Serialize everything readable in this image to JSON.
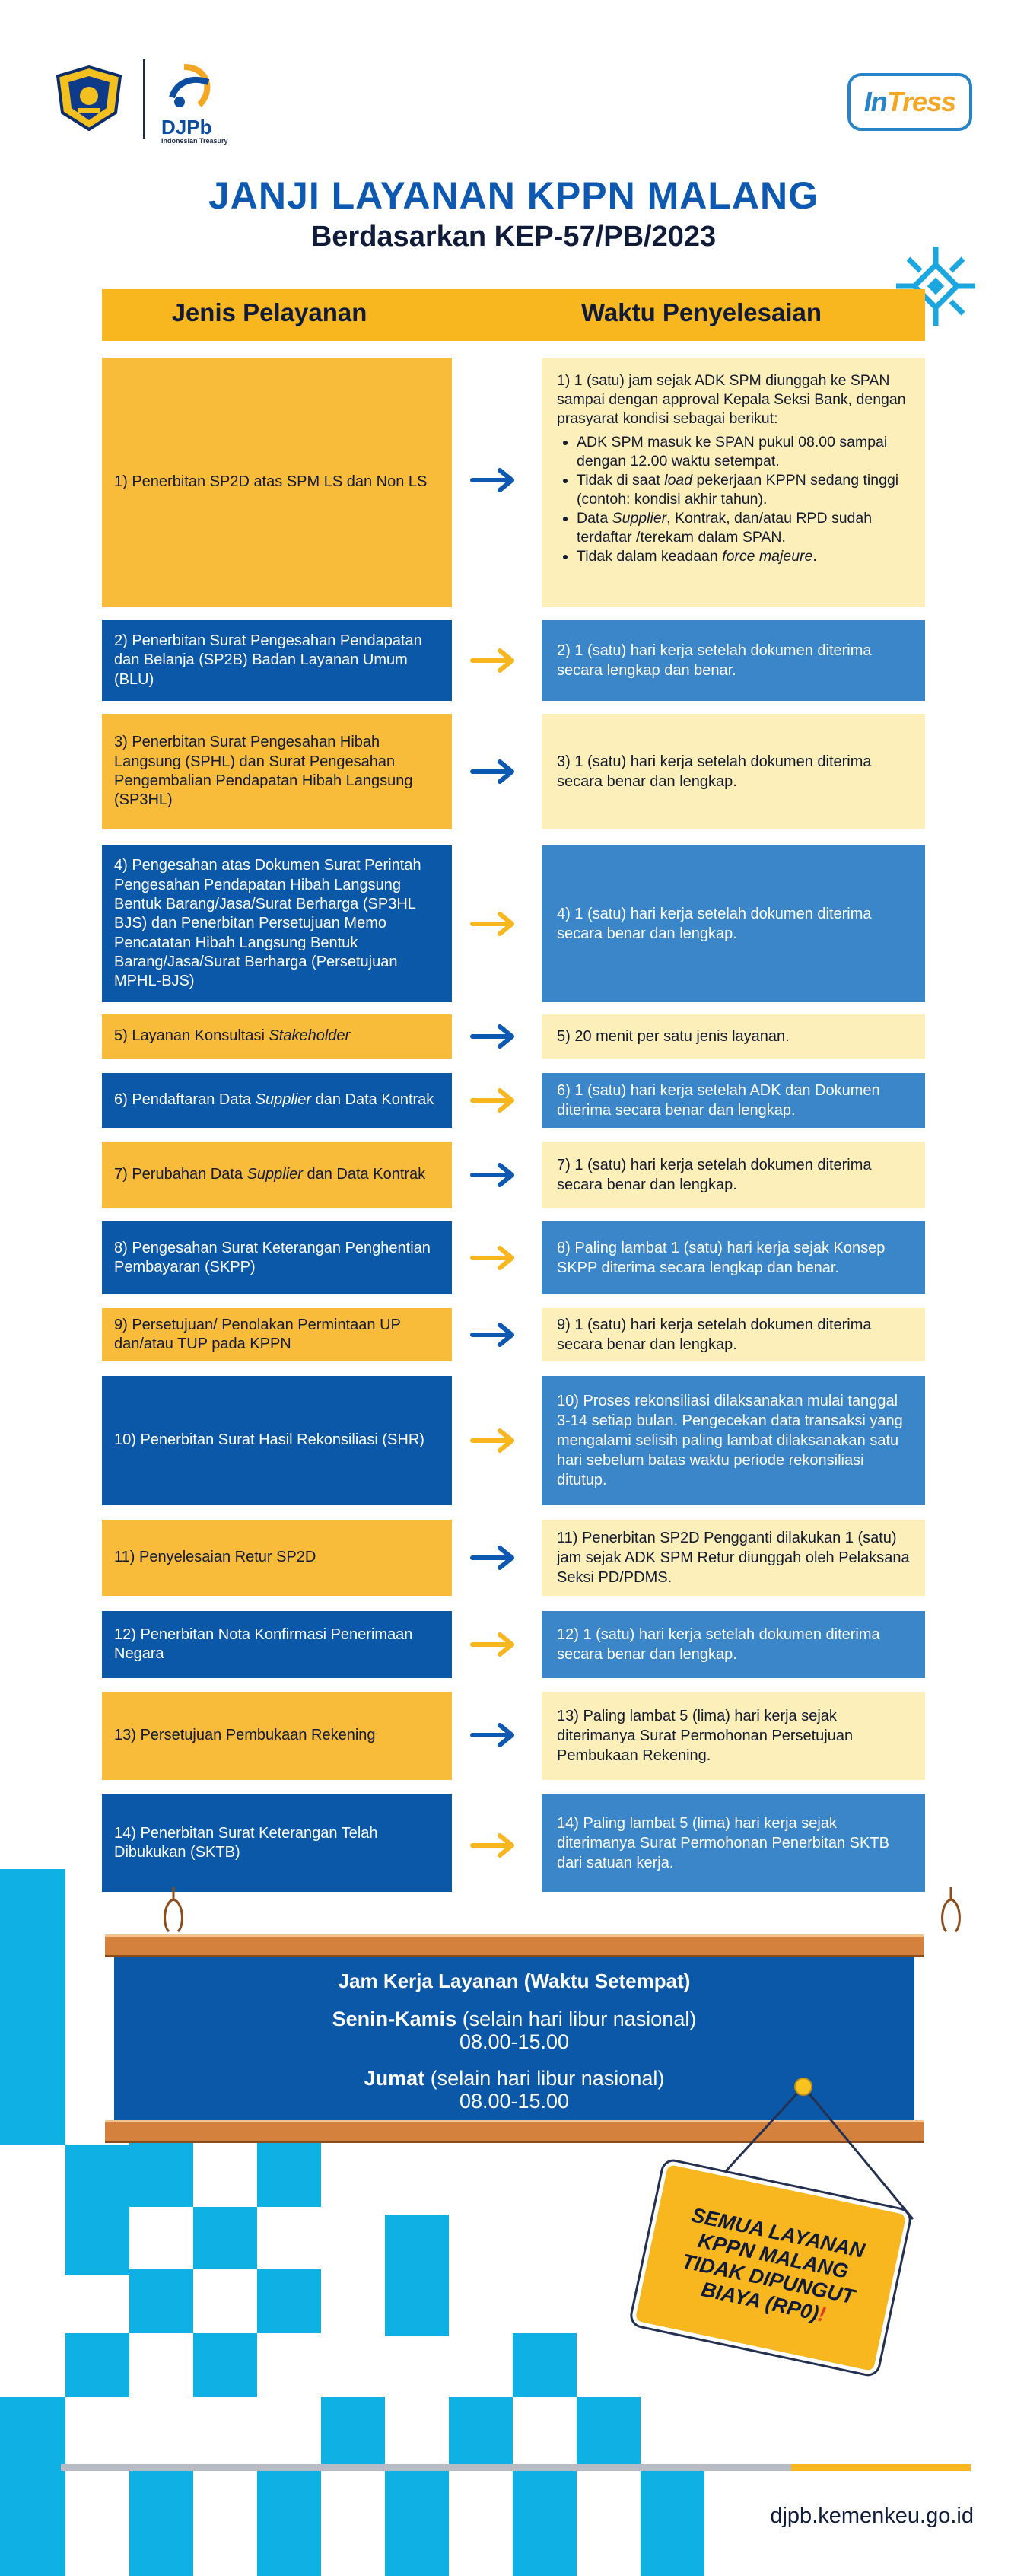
{
  "header": {
    "djpb_name": "DJPb",
    "djpb_sub": "Indonesian Treasury",
    "intress_a": "In",
    "intress_b": "Tress"
  },
  "title": "JANJI LAYANAN KPPN MALANG",
  "subtitle": "Berdasarkan KEP-57/PB/2023",
  "table_header": {
    "left": "Jenis Pelayanan",
    "right": "Waktu Penyelesaian"
  },
  "rows": [
    {
      "service": "1) Penerbitan SP2D atas SPM LS dan Non LS"
    },
    {
      "service": "2) Penerbitan Surat Pengesahan Pendapatan dan Belanja (SP2B) Badan Layanan Umum (BLU)",
      "time": "2) 1 (satu) hari kerja setelah dokumen diterima secara lengkap dan benar."
    },
    {
      "service": "3) Penerbitan Surat Pengesahan Hibah Langsung (SPHL) dan Surat Pengesahan Pengembalian Pendapatan Hibah Langsung (SP3HL)",
      "time": "3) 1 (satu) hari kerja setelah dokumen diterima secara benar dan lengkap."
    },
    {
      "service": "4) Pengesahan atas Dokumen Surat Perintah Pengesahan Pendapatan Hibah Langsung Bentuk Barang/Jasa/Surat Berharga (SP3HL BJS) dan Penerbitan Persetujuan Memo Pencatatan Hibah Langsung Bentuk Barang/Jasa/Surat Berharga (Persetujuan MPHL-BJS)",
      "time": "4) 1 (satu) hari kerja setelah dokumen diterima secara benar dan lengkap."
    },
    {
      "service_a": "5) Layanan Konsultasi ",
      "service_b": "Stakeholder",
      "time": "5) 20 menit per satu jenis layanan."
    },
    {
      "service_a": "6) Pendaftaran Data ",
      "service_b": "Supplier",
      "service_c": " dan Data Kontrak",
      "time": "6) 1 (satu) hari kerja setelah ADK dan Dokumen diterima secara benar dan lengkap."
    },
    {
      "service_a": "7) Perubahan Data ",
      "service_b": "Supplier",
      "service_c": " dan Data Kontrak",
      "time": "7) 1 (satu) hari kerja setelah dokumen diterima secara benar dan lengkap."
    },
    {
      "service": "8) Pengesahan Surat Keterangan Penghentian Pembayaran (SKPP)",
      "time": "8) Paling lambat 1 (satu) hari kerja sejak Konsep SKPP diterima secara lengkap dan benar."
    },
    {
      "service": "9) Persetujuan/ Penolakan Permintaan UP dan/atau TUP pada KPPN",
      "time": "9) 1 (satu) hari kerja setelah dokumen diterima secara benar dan lengkap."
    },
    {
      "service": "10) Penerbitan Surat Hasil Rekonsiliasi (SHR)",
      "time": "10) Proses rekonsiliasi dilaksanakan mulai tanggal 3-14 setiap bulan. Pengecekan data transaksi yang mengalami selisih paling lambat dilaksanakan satu hari sebelum batas waktu periode rekonsiliasi ditutup."
    },
    {
      "service": "11) Penyelesaian Retur SP2D",
      "time": "11) Penerbitan SP2D Pengganti dilakukan 1 (satu) jam sejak ADK SPM Retur diunggah oleh Pelaksana Seksi PD/PDMS."
    },
    {
      "service": "12) Penerbitan Nota Konfirmasi Penerimaan Negara",
      "time": "12) 1 (satu) hari kerja setelah dokumen diterima secara benar dan lengkap."
    },
    {
      "service": "13) Persetujuan Pembukaan Rekening",
      "time": "13) Paling lambat 5 (lima) hari kerja sejak diterimanya Surat Permohonan Persetujuan Pembukaan Rekening."
    },
    {
      "service": "14) Penerbitan Surat Keterangan Telah Dibukukan (SKTB)",
      "time": "14) Paling lambat 5 (lima) hari kerja sejak diterimanya Surat Permohonan Penerbitan SKTB dari satuan kerja."
    }
  ],
  "row1_time": {
    "intro": "1) 1 (satu) jam sejak ADK SPM diunggah ke SPAN sampai dengan approval Kepala Seksi Bank, dengan prasyarat kondisi sebagai berikut:",
    "b1": "ADK SPM masuk ke SPAN pukul 08.00 sampai dengan 12.00 waktu setempat.",
    "b2_a": "Tidak di saat ",
    "b2_b": "load",
    "b2_c": " pekerjaan KPPN sedang tinggi (contoh: kondisi akhir tahun).",
    "b3_a": "Data ",
    "b3_b": "Supplier",
    "b3_c": ", Kontrak, dan/atau RPD sudah terdaftar /terekam dalam SPAN.",
    "b4_a": "Tidak dalam keadaan ",
    "b4_b": "force majeure",
    "b4_c": "."
  },
  "hours": {
    "title": "Jam Kerja Layanan (Waktu Setempat)",
    "days1_bold": "Senin-Kamis",
    "days1_rest": " (selain hari libur nasional)",
    "time1": "08.00-15.00",
    "days2_bold": "Jumat",
    "days2_rest": " (selain hari libur nasional)",
    "time2": "08.00-15.00"
  },
  "sign": {
    "text": "SEMUA LAYANAN KPPN MALANG TIDAK DIPUNGUT BIAYA (RP0)",
    "excl": "!"
  },
  "footer": {
    "website": "djpb.kemenkeu.go.id"
  },
  "colors": {
    "yellow": "#f9bb3a",
    "blue": "#0b58a8",
    "light_yellow": "#fdefba",
    "mid_blue": "#3b86c8",
    "cyan": "#0fb1e5",
    "arrow_blue": "#0d58b0",
    "arrow_yellow": "#f8b61f"
  },
  "icons": [
    "kemenkeu-emblem-icon",
    "djpb-logo-icon",
    "intress-logo",
    "arrow-right-icon",
    "decorative-star-icon"
  ]
}
